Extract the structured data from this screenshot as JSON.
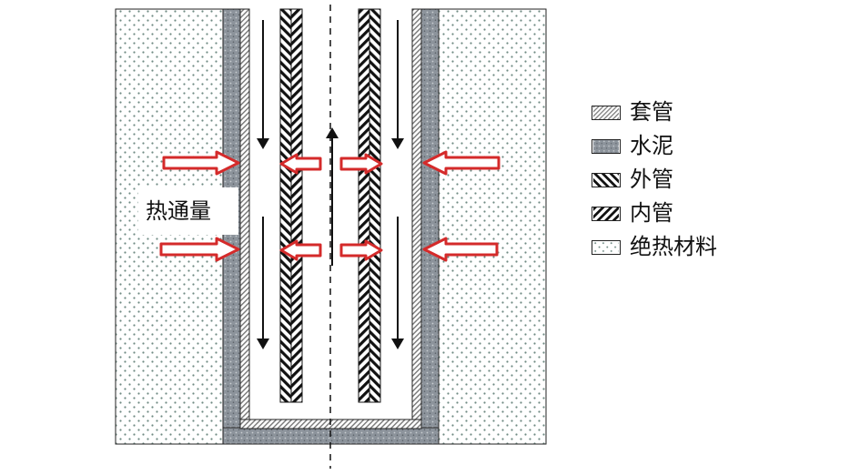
{
  "legend": {
    "items": [
      {
        "label": "套管",
        "pattern": "casing"
      },
      {
        "label": "水泥",
        "pattern": "cement"
      },
      {
        "label": "外管",
        "pattern": "outer-pipe"
      },
      {
        "label": "内管",
        "pattern": "inner-pipe"
      },
      {
        "label": "绝热材料",
        "pattern": "insulation"
      }
    ]
  },
  "heat_flux_label": "热通量",
  "colors": {
    "arrow_outline": "#d42a2a",
    "cement": "#8c939b",
    "casing_hatch": "#777777",
    "insulation_dot": "#6f8a83",
    "outline": "#222222"
  }
}
